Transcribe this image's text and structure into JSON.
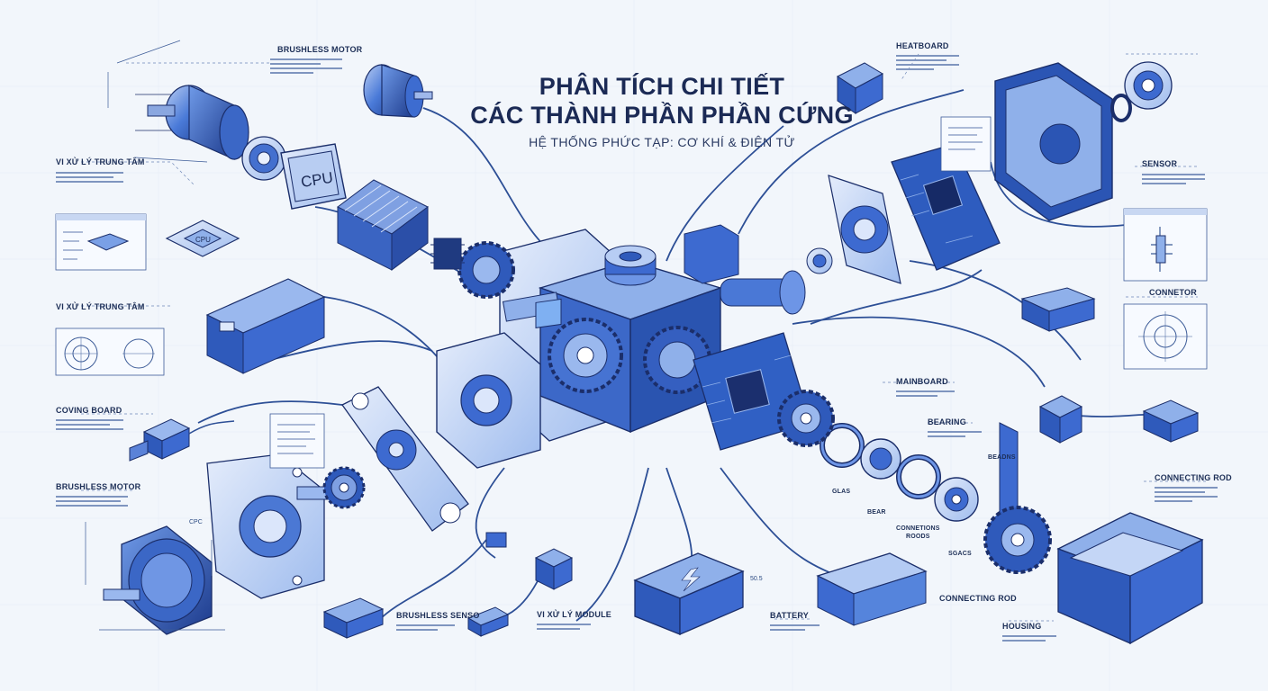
{
  "title": {
    "line1": "PHÂN TÍCH CHI TIẾT",
    "line2": "CÁC THÀNH PHẦN PHẦN CỨNG",
    "subtitle": "HỆ THỐNG PHỨC TẠP: CƠ KHÍ & ĐIỆN TỬ"
  },
  "labels": {
    "brushless_motor_top": "BRUSHLESS MOTOR",
    "heatboard": "HEATBOARD",
    "sensor": "SENSOR",
    "vi_xu_ly_1": "VI XỬ LÝ TRUNG TÂM",
    "vi_xu_ly_2": "VI XỬ LÝ TRUNG TÂM",
    "connetor": "CONNETOR",
    "coving_board": "COVING BOARD",
    "mainboard": "MAINBOARD",
    "bearing": "BEARING",
    "beadns": "BEADNS",
    "brushless_motor_left": "BRUSHLESS MOTOR",
    "connecting_rod_right": "CONNECTING ROD",
    "glas": "GLAS",
    "bear": "BEAR",
    "connetions_roods": "CONNETIONS\nROODS",
    "sgacs": "SGACS",
    "connecting_rod_bottom": "CONNECTING ROD",
    "brushless_senso": "BRUSHLESS SENSO",
    "vi_xu_ly_module": "VI XỬ LÝ MODULE",
    "battery": "BATTERY",
    "housing": "HOUSING",
    "cpc": "CPC",
    "cpu_chip": "CPU",
    "cpu_chip_small": "CPU",
    "dim_50_5": "50.5"
  },
  "icons": [
    "cpu-chip-icon",
    "battery-bolt-icon",
    "gear-icon",
    "bearing-icon",
    "motor-icon",
    "usb-plug-icon"
  ],
  "colors": {
    "background": "#f2f6fb",
    "primary_blue": "#2c5fc6",
    "light_blue": "#8fb2ee",
    "dark_navy": "#1b2a55",
    "line": "#31508f"
  }
}
